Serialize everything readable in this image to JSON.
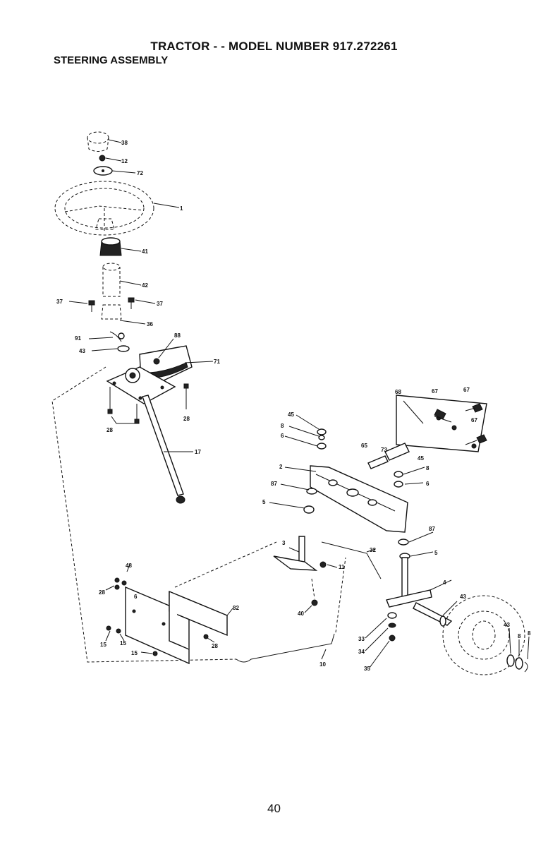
{
  "header": {
    "title": "TRACTOR - - MODEL NUMBER 917.272261",
    "subtitle": "STEERING ASSEMBLY"
  },
  "page_number": "40",
  "callouts": [
    "38",
    "12",
    "72",
    "1",
    "41",
    "42",
    "37",
    "37",
    "36",
    "91",
    "43",
    "88",
    "71",
    "28",
    "28",
    "17",
    "68",
    "67",
    "67",
    "67",
    "45",
    "8",
    "6",
    "73",
    "65",
    "45",
    "8",
    "6",
    "2",
    "87",
    "5",
    "87",
    "5",
    "4",
    "43",
    "43",
    "8",
    "8",
    "3",
    "32",
    "11",
    "40",
    "33",
    "34",
    "35",
    "48",
    "28",
    "15",
    "15",
    "15",
    "82",
    "28",
    "10",
    "6"
  ]
}
